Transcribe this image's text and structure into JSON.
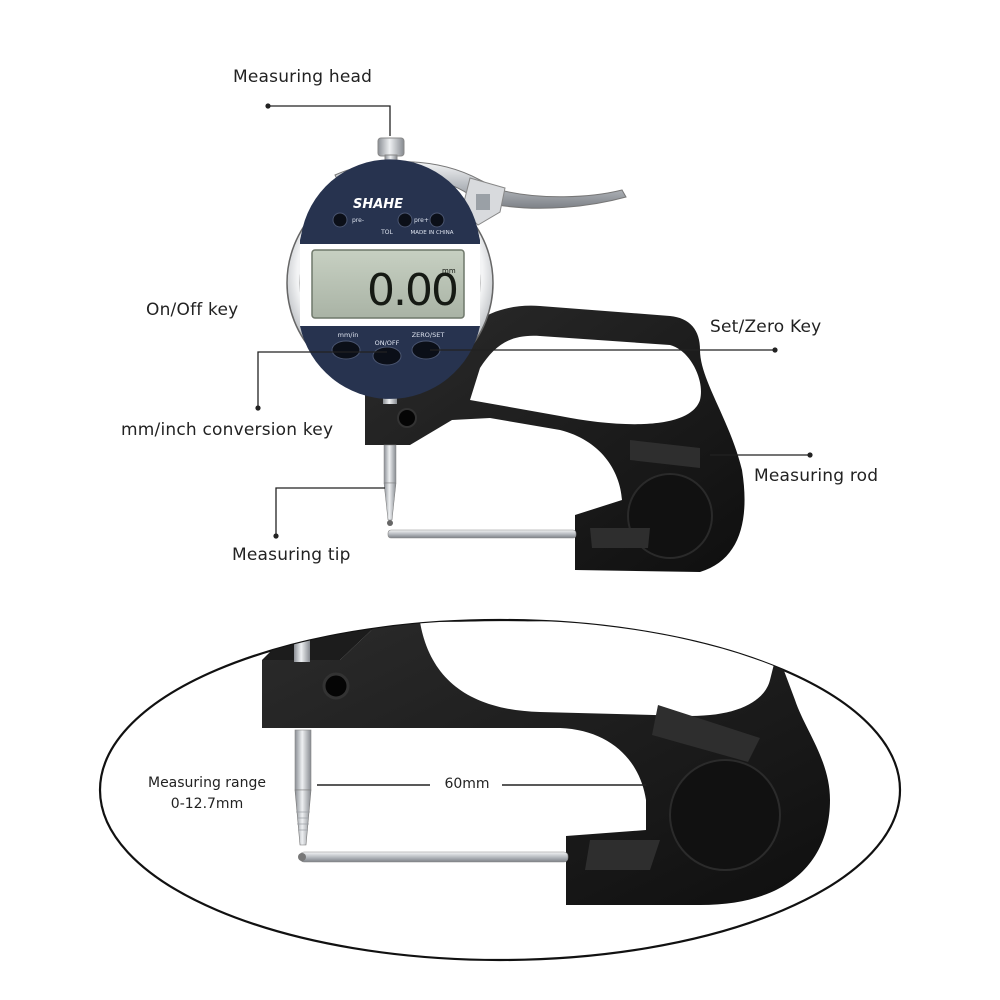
{
  "brand": "SHAHE",
  "display": {
    "reading": "0.00",
    "unit": "mm",
    "made_in": "MADE IN CHINA",
    "tol": "TOL",
    "pre_minus": "pre-",
    "pre_plus": "pre+"
  },
  "keys": {
    "mm_in": "mm/in",
    "on_off": "ON/OFF",
    "zero_set": "ZERO/SET"
  },
  "callouts": {
    "measuring_head": "Measuring head",
    "on_off_key": "On/Off key",
    "set_zero_key": "Set/Zero Key",
    "mm_inch_key": "mm/inch conversion key",
    "measuring_rod": "Measuring rod",
    "measuring_tip": "Measuring tip"
  },
  "detail": {
    "range_line1": "Measuring range",
    "range_line2": "0-12.7mm",
    "depth": "60mm"
  },
  "colors": {
    "body": "#1a1a1a",
    "dial_blue": "#27334f",
    "lcd": "#b9c3b4",
    "metal": "#c9ccd0"
  }
}
